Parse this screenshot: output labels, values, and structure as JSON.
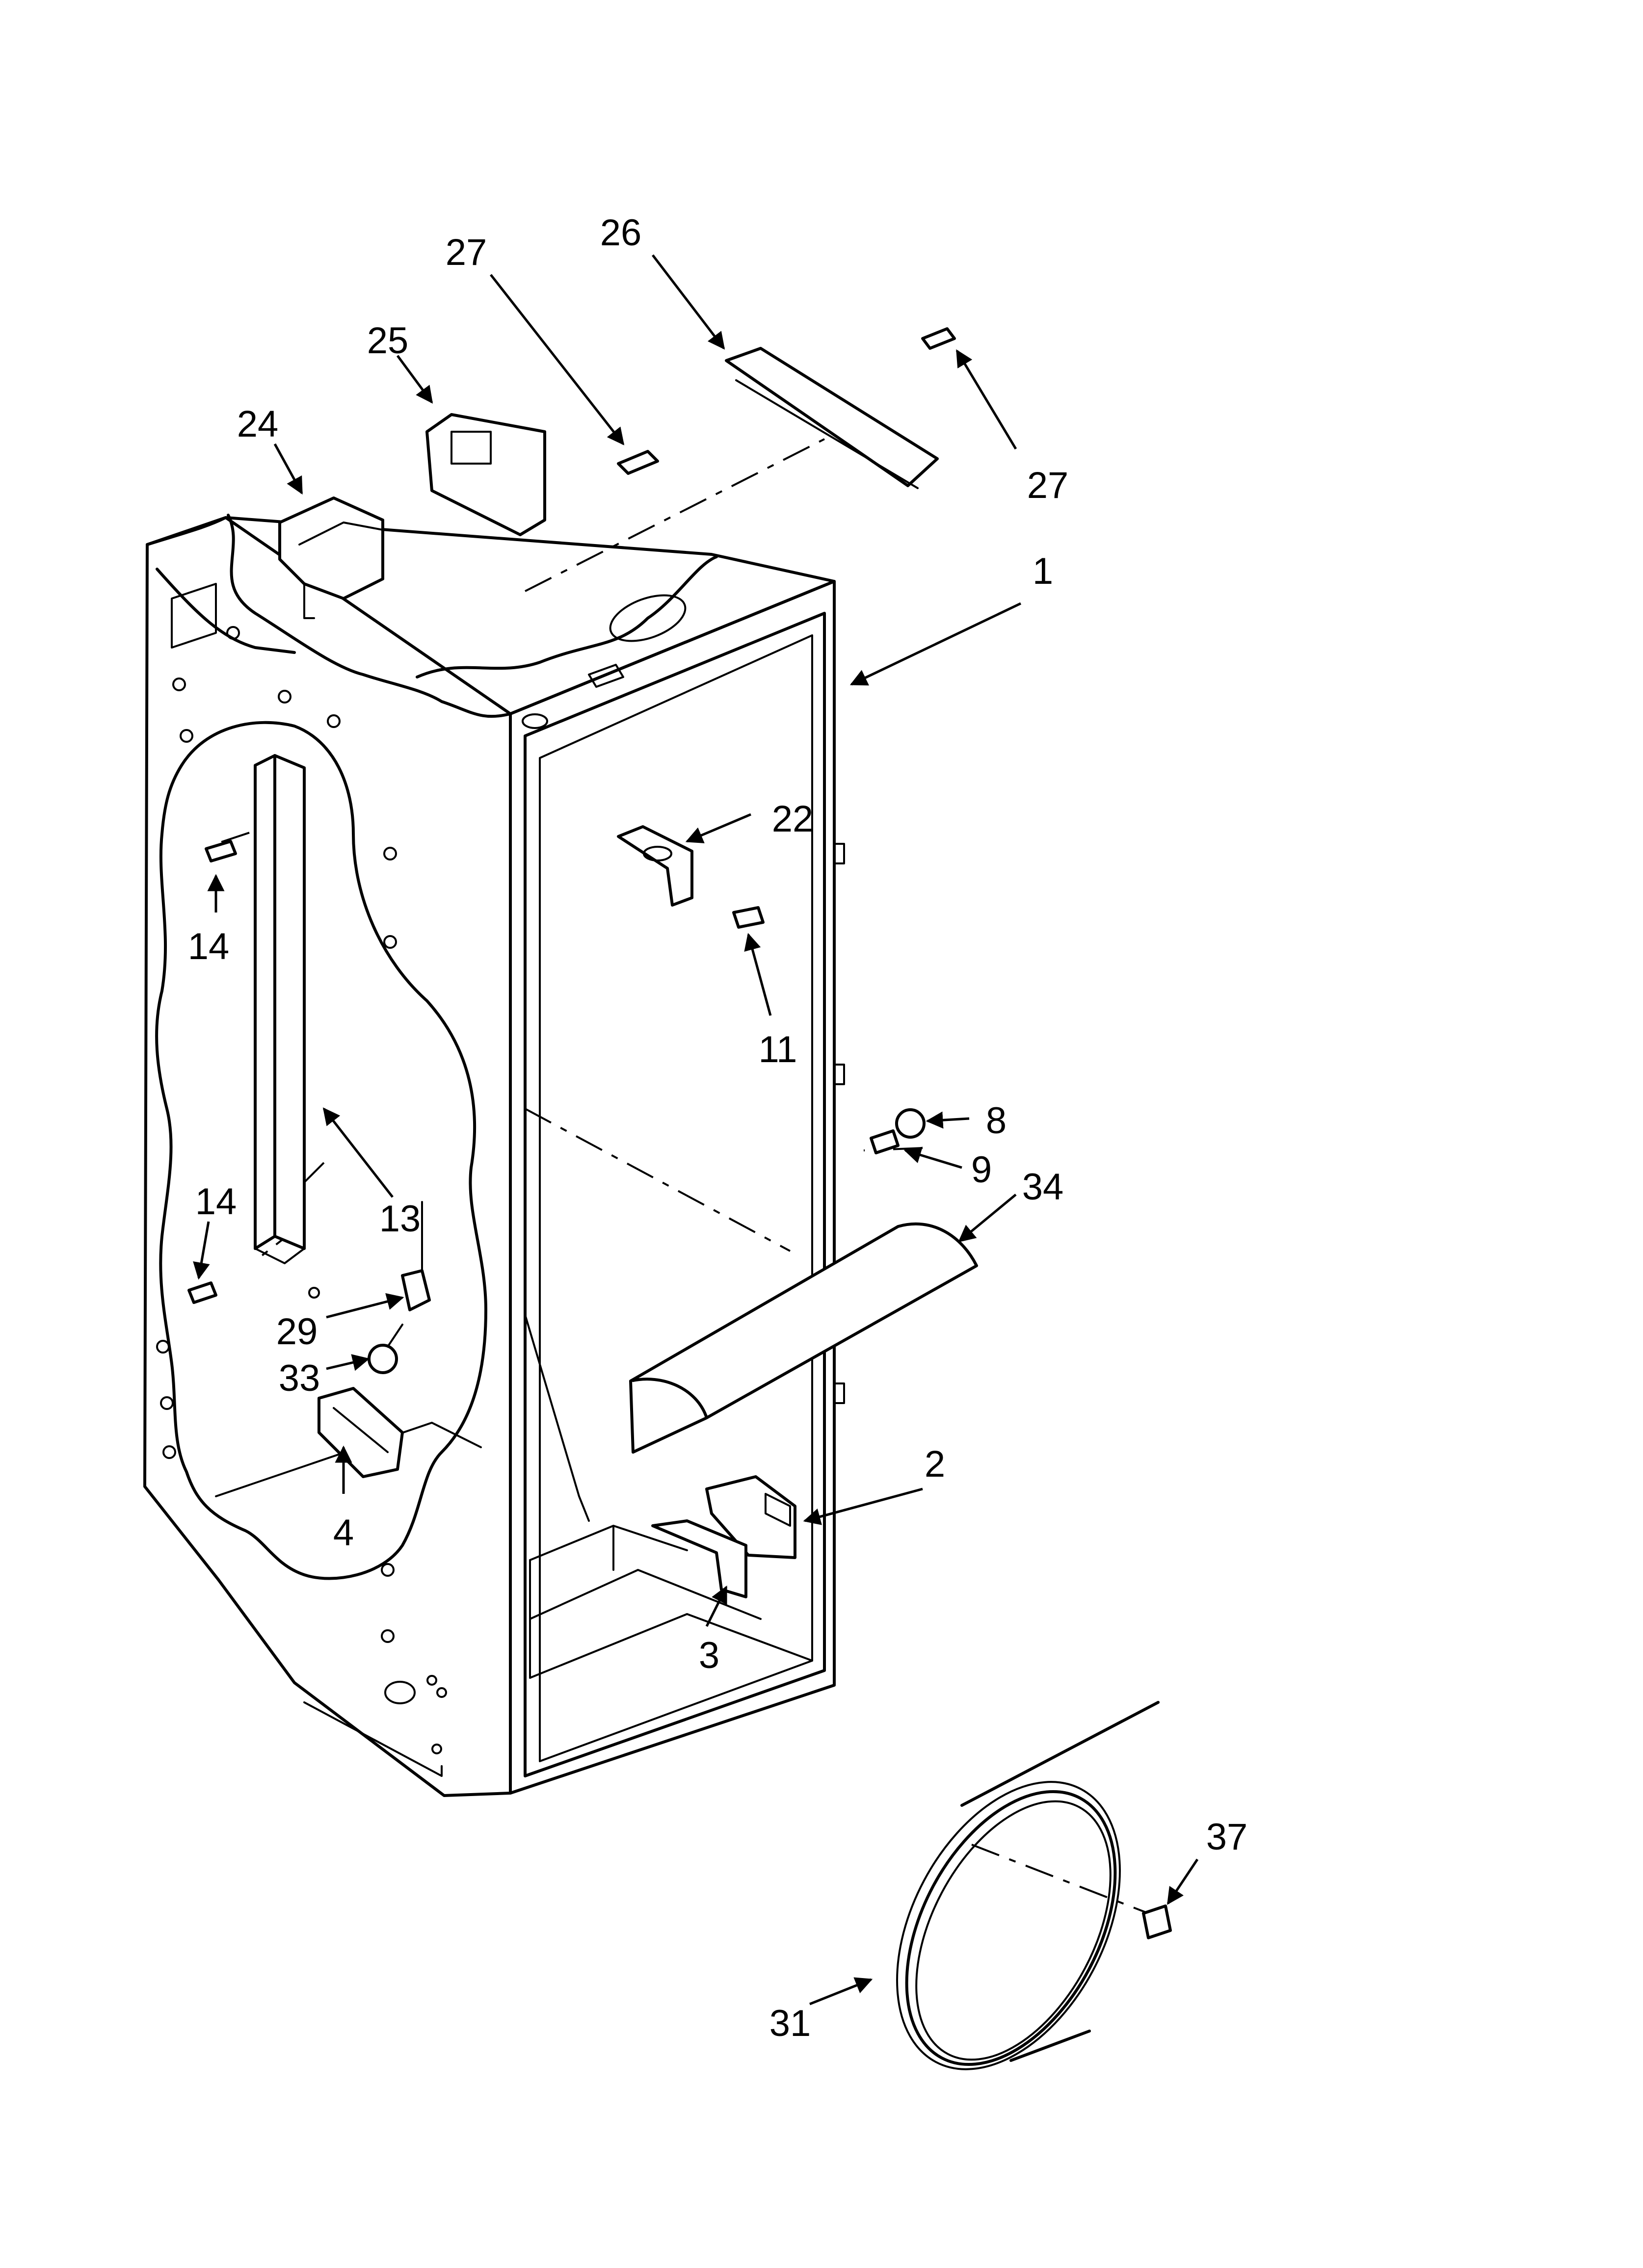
{
  "diagram": {
    "callouts": [
      {
        "id": "c27a",
        "text": "27"
      },
      {
        "id": "c26",
        "text": "26"
      },
      {
        "id": "c25",
        "text": "25"
      },
      {
        "id": "c24",
        "text": "24"
      },
      {
        "id": "c27b",
        "text": "27"
      },
      {
        "id": "c1",
        "text": "1"
      },
      {
        "id": "c22",
        "text": "22"
      },
      {
        "id": "c14a",
        "text": "14"
      },
      {
        "id": "c11",
        "text": "11"
      },
      {
        "id": "c8",
        "text": "8"
      },
      {
        "id": "c9",
        "text": "9"
      },
      {
        "id": "c34",
        "text": "34"
      },
      {
        "id": "c13",
        "text": "13"
      },
      {
        "id": "c14b",
        "text": "14"
      },
      {
        "id": "c29",
        "text": "29"
      },
      {
        "id": "c33",
        "text": "33"
      },
      {
        "id": "c2",
        "text": "2"
      },
      {
        "id": "c4",
        "text": "4"
      },
      {
        "id": "c3",
        "text": "3"
      },
      {
        "id": "c37",
        "text": "37"
      },
      {
        "id": "c31",
        "text": "31"
      }
    ]
  }
}
